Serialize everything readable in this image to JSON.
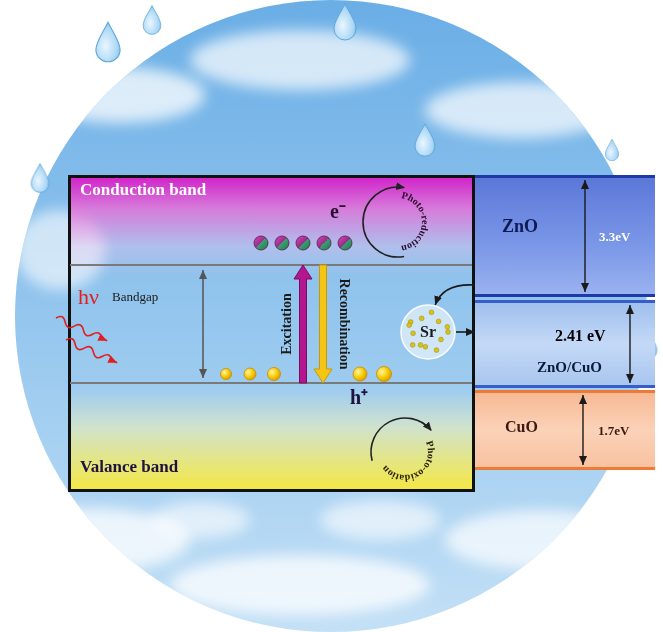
{
  "diagram": {
    "nodes": [
      {
        "text": [
          "Conduction band"
        ]
      },
      {
        "text": [
          "Photo-reduction"
        ],
        "in": 0
      },
      {
        "text": [
          "ZnO",
          "3.3eV"
        ]
      },
      {
        "text": [
          "Sr"
        ]
      },
      {
        "text": [
          "2.41 eV",
          "ZnO/CuO"
        ]
      },
      {
        "text": [
          "Valance band"
        ]
      },
      {
        "text": [
          "Photo-oxidation"
        ],
        "in": 5
      },
      {
        "text": [
          "CuO",
          "1.7eV"
        ]
      }
    ],
    "edges": [
      {
        "from": 5,
        "to": 0,
        "arrow": "to",
        "label": "Excitation"
      },
      {
        "from": 0,
        "to": 5,
        "arrow": "to",
        "label": "Recombination"
      },
      {
        "from": 2,
        "to": 3,
        "arrow": "to"
      },
      {
        "from": 3,
        "to": 4,
        "arrow": "to"
      }
    ],
    "labels": [
      "e⁻",
      "h⁺",
      "hν",
      "Bandgap"
    ]
  }
}
